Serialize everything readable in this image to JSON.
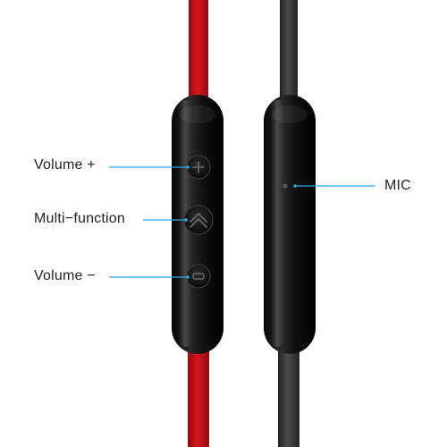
{
  "callouts": {
    "volume_up": "Volume +",
    "multi_function": "Multi−function",
    "volume_down": "Volume −",
    "mic": "MIC"
  },
  "colors": {
    "cable_left": "#c4121b",
    "cable_right": "#3a3a3a",
    "remote_body": "#111111",
    "leader_line": "#2aa7e0"
  },
  "icons": {
    "volume_up": "plus-icon",
    "multi_function": "chevron-up-icon",
    "volume_down": "minus-icon",
    "mic": "mic-hole-icon"
  }
}
